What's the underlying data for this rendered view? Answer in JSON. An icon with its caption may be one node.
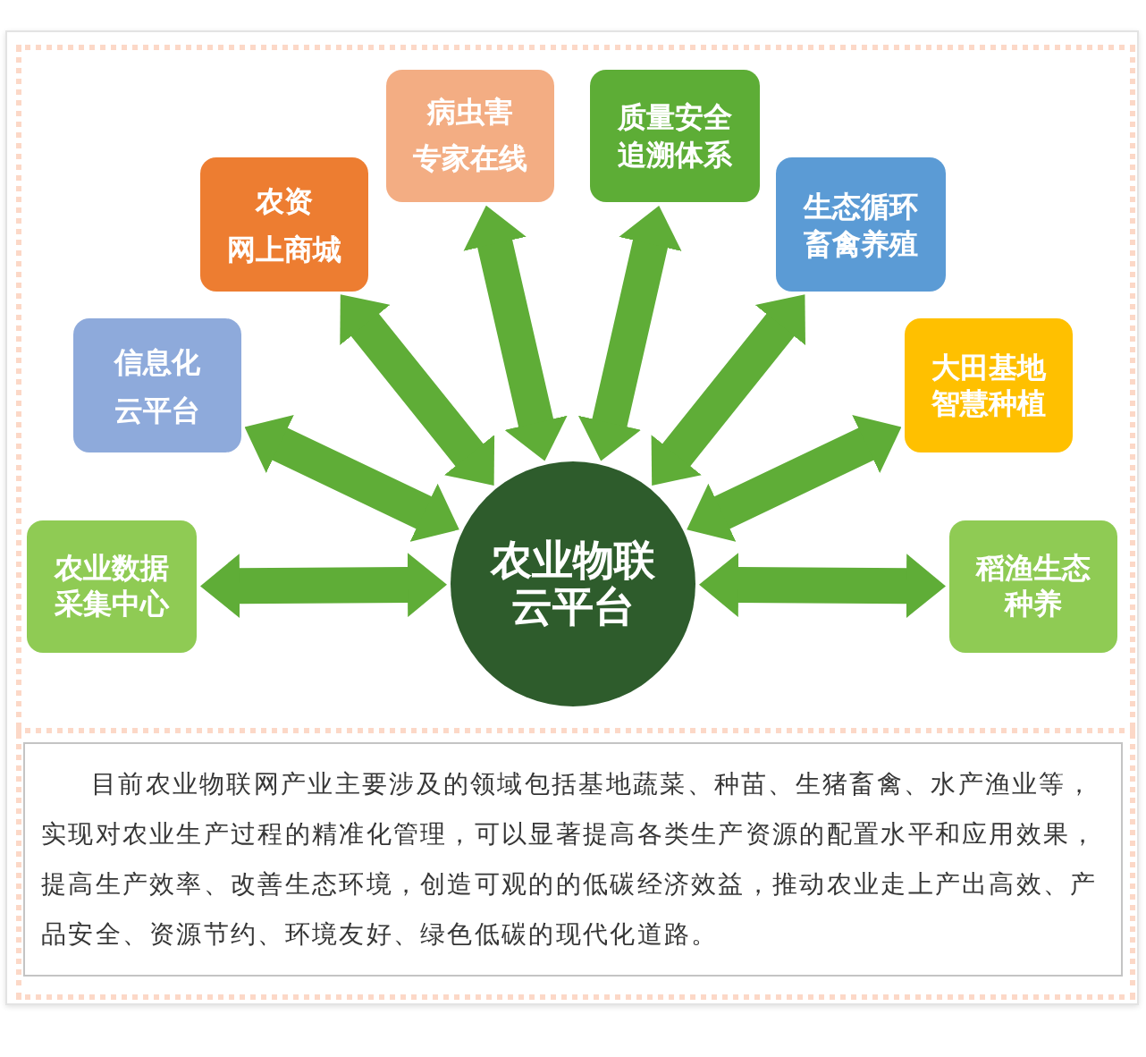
{
  "diagram": {
    "nodes": [
      {
        "text": [
          "病虫害专家在线"
        ]
      },
      {
        "text": [
          "质量安全追溯体系"
        ]
      },
      {
        "text": [
          "农资网上商城"
        ]
      },
      {
        "text": [
          "生态循环畜禽养殖"
        ]
      },
      {
        "text": [
          "信息化云平台"
        ]
      },
      {
        "text": [
          "大田基地智慧种植"
        ]
      },
      {
        "text": [
          "农业物联云平台"
        ]
      },
      {
        "text": [
          "农业数据采集中心"
        ]
      },
      {
        "text": [
          "稻渔生态种养"
        ]
      },
      {
        "text": [
          "目前农业物联网产业主要涉及的领域包括基地蔬菜、种苗、生猪畜禽、水产渔业等，实现对农业生产过程的精准化管理，可以显著提高各类生产资源的配置水平和应用效果，提高生产效率、改善生态环境，创造可观的的低碳经济效益，推动农业走上产出高效、产品安全、资源节约、环境友好、绿色低碳的现代化道路。"
        ]
      }
    ],
    "edges": [
      {
        "from": 6,
        "to": 7,
        "arrow": "both"
      },
      {
        "from": 6,
        "to": 4,
        "arrow": "both"
      },
      {
        "from": 6,
        "to": 2,
        "arrow": "both"
      },
      {
        "from": 6,
        "to": 0,
        "arrow": "both"
      },
      {
        "from": 6,
        "to": 1,
        "arrow": "both"
      },
      {
        "from": 6,
        "to": 3,
        "arrow": "both"
      },
      {
        "from": 6,
        "to": 5,
        "arrow": "both"
      },
      {
        "from": 6,
        "to": 8,
        "arrow": "both"
      }
    ]
  }
}
